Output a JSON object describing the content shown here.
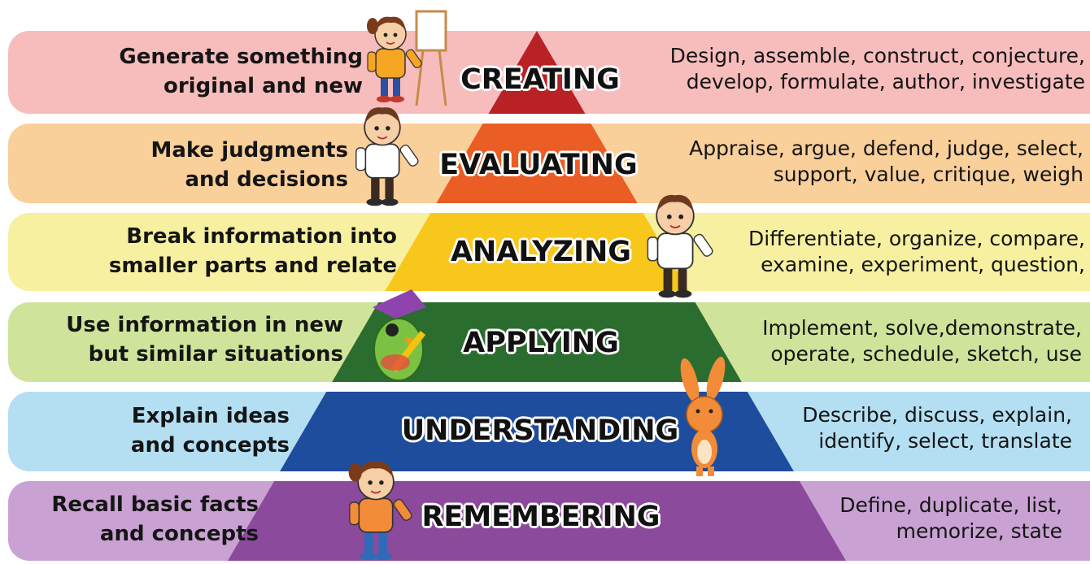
{
  "levels": [
    {
      "name": "CREATING",
      "description": "Generate something\noriginal and new",
      "verbs": "Design, assemble, construct, conjecture,\ndevelop, formulate, author, investigate",
      "band_color": "#f7bcbc",
      "tier_color": "#b82225",
      "character": "girl-painting-icon"
    },
    {
      "name": "EVALUATING",
      "description": "Make judgments\nand decisions",
      "verbs": "Appraise, argue, defend, judge, select,\nsupport, value, critique, weigh",
      "band_color": "#f9cf9a",
      "tier_color": "#ea5d24",
      "character": "boy-scientist-icon"
    },
    {
      "name": "ANALYZING",
      "description": "Break information into\nsmaller parts and relate",
      "verbs": "Differentiate, organize, compare,\nexamine, experiment, question,",
      "band_color": "#f6f0a0",
      "tier_color": "#f8c71c",
      "character": "boy-magnifier-icon"
    },
    {
      "name": "APPLYING",
      "description": "Use information in new\nbut similar situations",
      "verbs": "Implement, solve,demonstrate,\noperate, schedule, sketch, use",
      "band_color": "#cfe49a",
      "tier_color": "#2b6c2f",
      "character": "parrot-pencil-icon"
    },
    {
      "name": "UNDERSTANDING",
      "description": "Explain ideas\nand concepts",
      "verbs": "Describe, discuss, explain,\nidentify, select, translate",
      "band_color": "#b4dff3",
      "tier_color": "#1f4d9d",
      "character": "rabbit-thinking-icon"
    },
    {
      "name": "REMEMBERING",
      "description": "Recall basic facts\nand concepts",
      "verbs": "Define, duplicate, list,\nmemorize, state",
      "band_color": "#c9a2d3",
      "tier_color": "#8c4a9c",
      "character": "girl-thinking-icon"
    }
  ]
}
